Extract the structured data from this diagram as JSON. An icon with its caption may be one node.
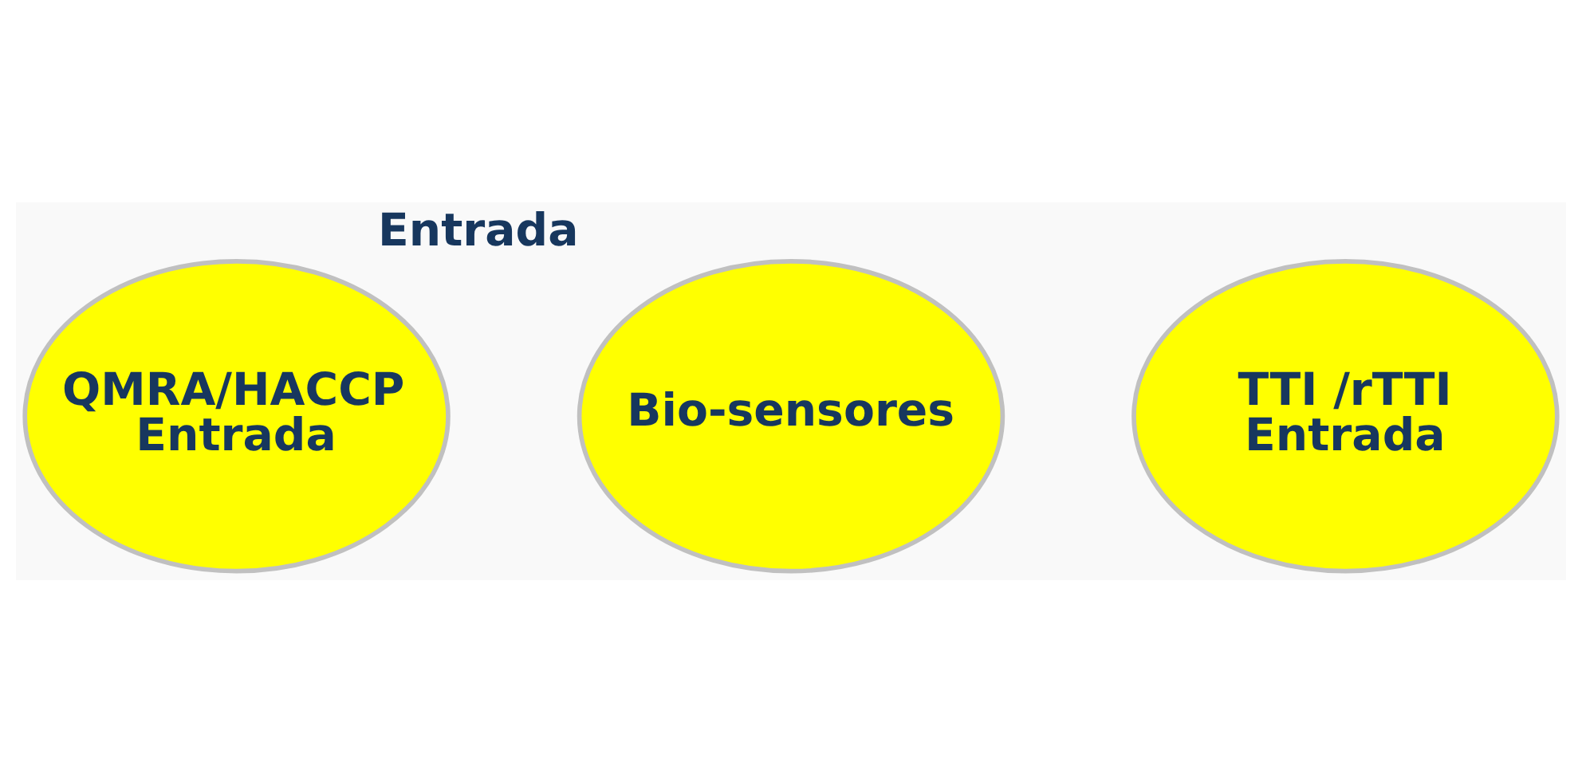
{
  "diagram": {
    "nodes": [
      {
        "text": [
          "QMRA/HACCP",
          "Entrada"
        ]
      },
      {
        "text": [
          "Bio-sensores"
        ],
        "beside": [
          "Entrada"
        ]
      },
      {
        "text": [
          "TTI /rTTI",
          "Entrada"
        ]
      }
    ],
    "edges": []
  }
}
